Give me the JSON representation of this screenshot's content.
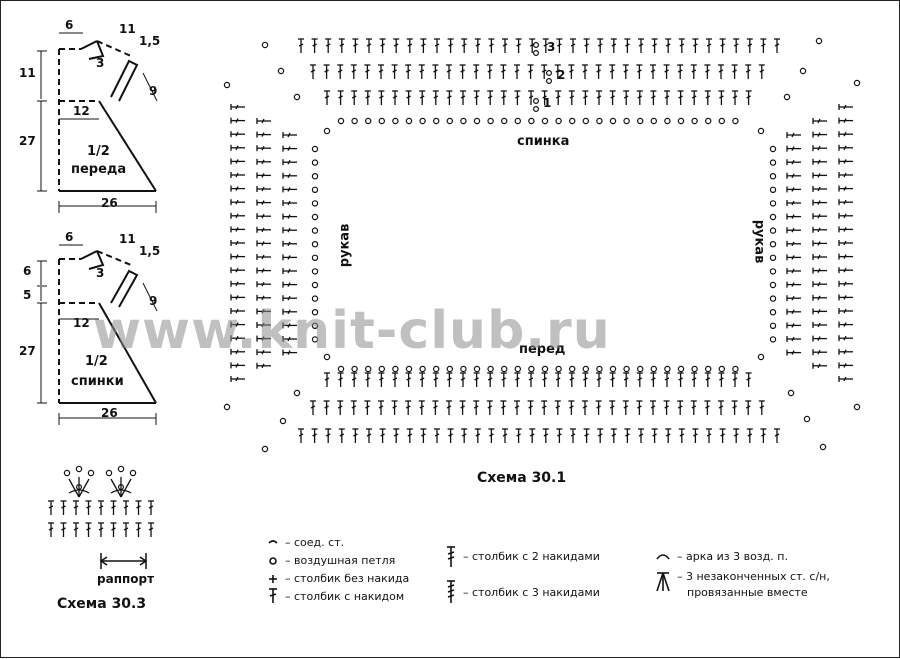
{
  "front_pattern": {
    "half_label_1": "1/2",
    "half_label_2": "переда",
    "dim_6": "6",
    "dim_11_top": "11",
    "dim_15": "1,5",
    "dim_3": "3",
    "dim_9": "9",
    "dim_11_left": "11",
    "dim_12": "12",
    "dim_27": "27",
    "dim_26": "26"
  },
  "back_pattern": {
    "half_label_1": "1/2",
    "half_label_2": "спинки",
    "dim_6": "6",
    "dim_11_top": "11",
    "dim_15": "1,5",
    "dim_3": "3",
    "dim_9": "9",
    "dim_6_left": "6",
    "dim_5_left": "5",
    "dim_12": "12",
    "dim_27": "27",
    "dim_26": "26"
  },
  "watermark": "www.knit-club.ru",
  "scheme_30_1": {
    "title": "Схема 30.1",
    "label_back": "спинка",
    "label_front": "перед",
    "label_sleeve_left": "рукав",
    "label_sleeve_right": "рукав",
    "row_1": "1",
    "row_2": "2",
    "row_3": "3"
  },
  "scheme_30_3": {
    "title": "Схема 30.3",
    "repeat_label": "раппорт"
  },
  "legend": {
    "slip_stitch": "– соед. ст.",
    "chain": "– воздушная петля",
    "sc": "– столбик без накида",
    "dc": "– столбик с накидом",
    "tr": "– столбик с 2 накидами",
    "dtr": "– столбик с 3 накидами",
    "arch": "– арка из 3 возд. п.",
    "cluster_1": "– 3 незаконченных ст. с/н,",
    "cluster_2": "провязанные вместе"
  }
}
